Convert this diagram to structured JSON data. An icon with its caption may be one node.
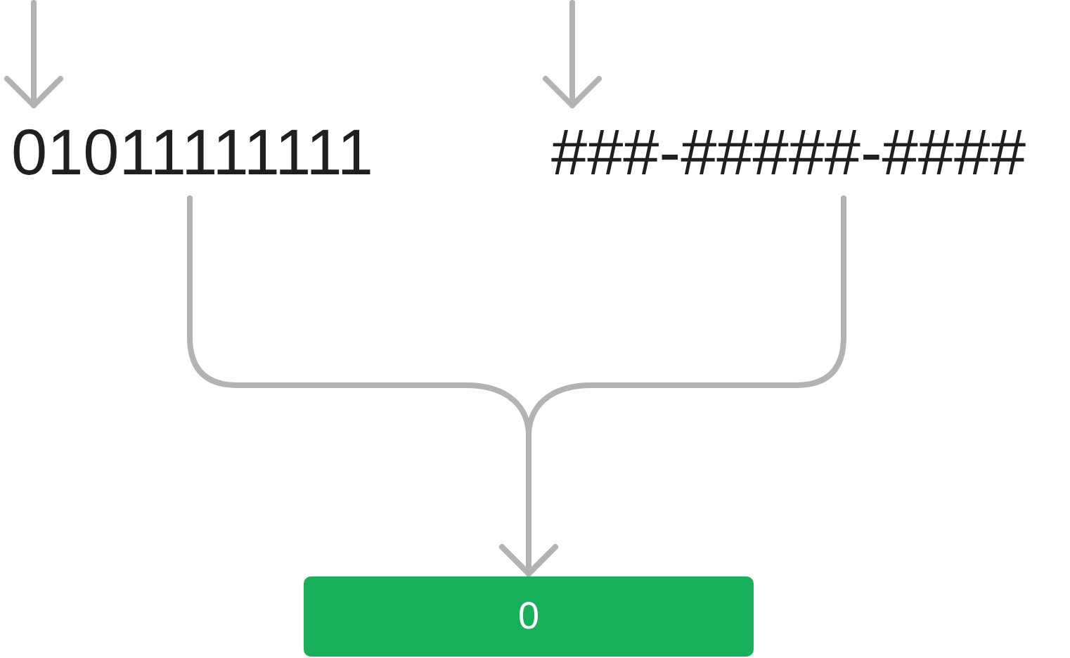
{
  "diagram": {
    "nodes": [
      {
        "text": [
          "01011111111"
        ]
      },
      {
        "text": [
          "###-#####-####"
        ]
      },
      {
        "text": [
          "0"
        ]
      }
    ],
    "edges": [
      {
        "from": null,
        "to": 0,
        "arrow": "to"
      },
      {
        "from": null,
        "to": 1,
        "arrow": "to"
      },
      {
        "from": 0,
        "to": 2,
        "arrow": "to"
      },
      {
        "from": 1,
        "to": 2,
        "arrow": "to"
      }
    ]
  }
}
